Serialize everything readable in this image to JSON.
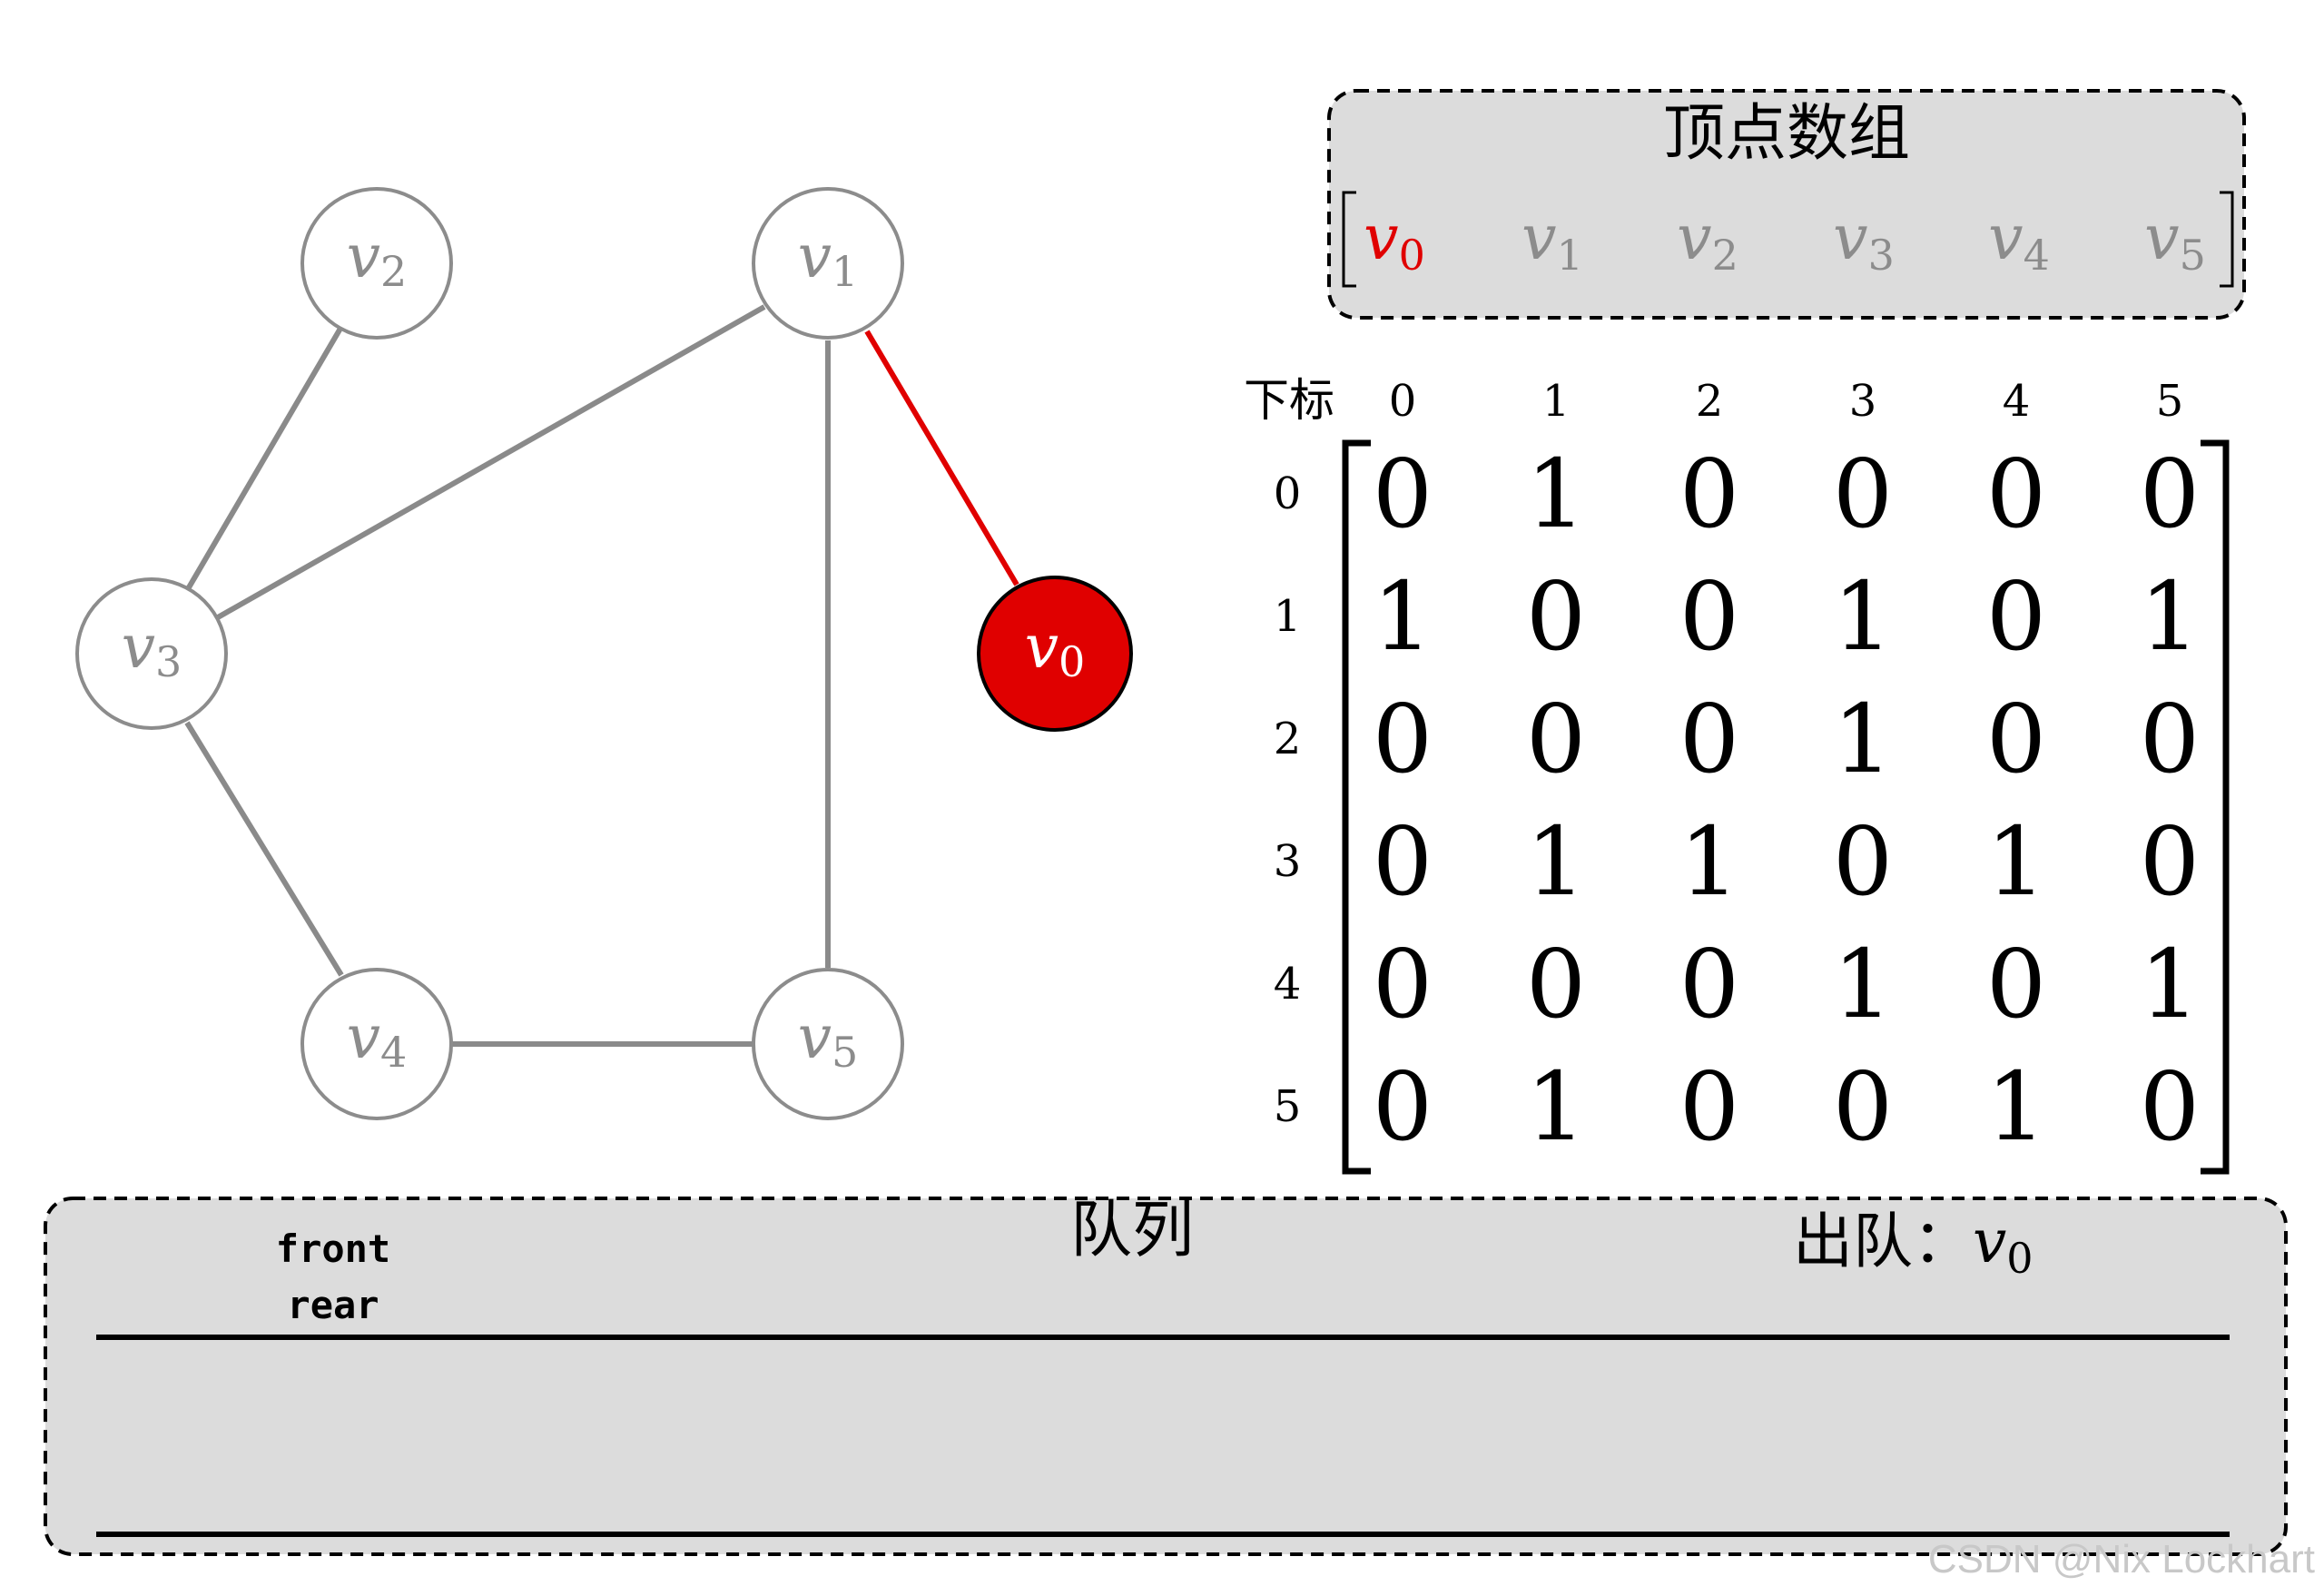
{
  "graph": {
    "nodes": [
      {
        "id": "v0",
        "name": "v",
        "sub": "0",
        "state": "visited"
      },
      {
        "id": "v1",
        "name": "v",
        "sub": "1",
        "state": "unvisited"
      },
      {
        "id": "v2",
        "name": "v",
        "sub": "2",
        "state": "unvisited"
      },
      {
        "id": "v3",
        "name": "v",
        "sub": "3",
        "state": "unvisited"
      },
      {
        "id": "v4",
        "name": "v",
        "sub": "4",
        "state": "unvisited"
      },
      {
        "id": "v5",
        "name": "v",
        "sub": "5",
        "state": "unvisited"
      }
    ],
    "edges": [
      {
        "from": "v2",
        "to": "v3",
        "highlight": false
      },
      {
        "from": "v1",
        "to": "v3",
        "highlight": false
      },
      {
        "from": "v1",
        "to": "v5",
        "highlight": false
      },
      {
        "from": "v0",
        "to": "v1",
        "highlight": true
      },
      {
        "from": "v3",
        "to": "v4",
        "highlight": false
      },
      {
        "from": "v4",
        "to": "v5",
        "highlight": false
      }
    ]
  },
  "vertex_array": {
    "title": "顶点数组",
    "items": [
      {
        "name": "v",
        "sub": "0",
        "highlight": true
      },
      {
        "name": "v",
        "sub": "1",
        "highlight": false
      },
      {
        "name": "v",
        "sub": "2",
        "highlight": false
      },
      {
        "name": "v",
        "sub": "3",
        "highlight": false
      },
      {
        "name": "v",
        "sub": "4",
        "highlight": false
      },
      {
        "name": "v",
        "sub": "5",
        "highlight": false
      }
    ]
  },
  "matrix": {
    "index_label": "下标",
    "col_indices": [
      "0",
      "1",
      "2",
      "3",
      "4",
      "5"
    ],
    "row_indices": [
      "0",
      "1",
      "2",
      "3",
      "4",
      "5"
    ],
    "values": [
      [
        "0",
        "1",
        "0",
        "0",
        "0",
        "0"
      ],
      [
        "1",
        "0",
        "0",
        "1",
        "0",
        "1"
      ],
      [
        "0",
        "0",
        "0",
        "1",
        "0",
        "0"
      ],
      [
        "0",
        "1",
        "1",
        "0",
        "1",
        "0"
      ],
      [
        "0",
        "0",
        "0",
        "1",
        "0",
        "1"
      ],
      [
        "0",
        "1",
        "0",
        "0",
        "1",
        "0"
      ]
    ]
  },
  "queue": {
    "title": "队列",
    "front_label": "front",
    "rear_label": "rear",
    "dequeue_label": "出队：",
    "dequeued": {
      "name": "v",
      "sub": "0"
    }
  },
  "watermark": "CSDN @Nix Lockhart",
  "colors": {
    "highlight": "#e00000",
    "node_gray": "#8c8c8c",
    "edge_gray": "#8a8a8a",
    "panel_bg": "#dcdcdc",
    "text": "#000000"
  }
}
